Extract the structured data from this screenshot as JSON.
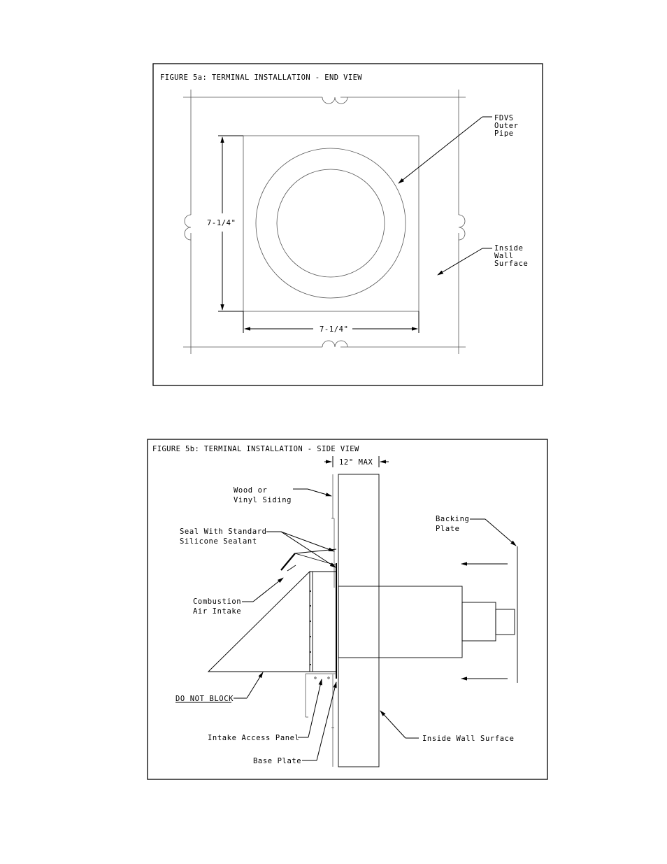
{
  "figure_a": {
    "title": "FIGURE 5a:  TERMINAL INSTALLATION - END VIEW",
    "dim_vertical": "7-1/4\"",
    "dim_horizontal": "7-1/4\"",
    "label_pipe": [
      "FDVS",
      "Outer",
      "Pipe"
    ],
    "label_wall": [
      "Inside",
      "Wall",
      "Surface"
    ]
  },
  "figure_b": {
    "title": "FIGURE 5b: TERMINAL INSTALLATION - SIDE VIEW",
    "dim_max": "12\" MAX",
    "label_siding": [
      "Wood or",
      "Vinyl Siding"
    ],
    "label_seal": [
      "Seal With Standard",
      "Silicone Sealant"
    ],
    "label_intake": [
      "Combustion",
      "Air Intake"
    ],
    "label_block": "DO NOT BLOCK",
    "label_panel": "Intake Access Panel",
    "label_base": "Base Plate",
    "label_backing": [
      "Backing",
      "Plate"
    ],
    "label_inside": "Inside Wall Surface"
  }
}
